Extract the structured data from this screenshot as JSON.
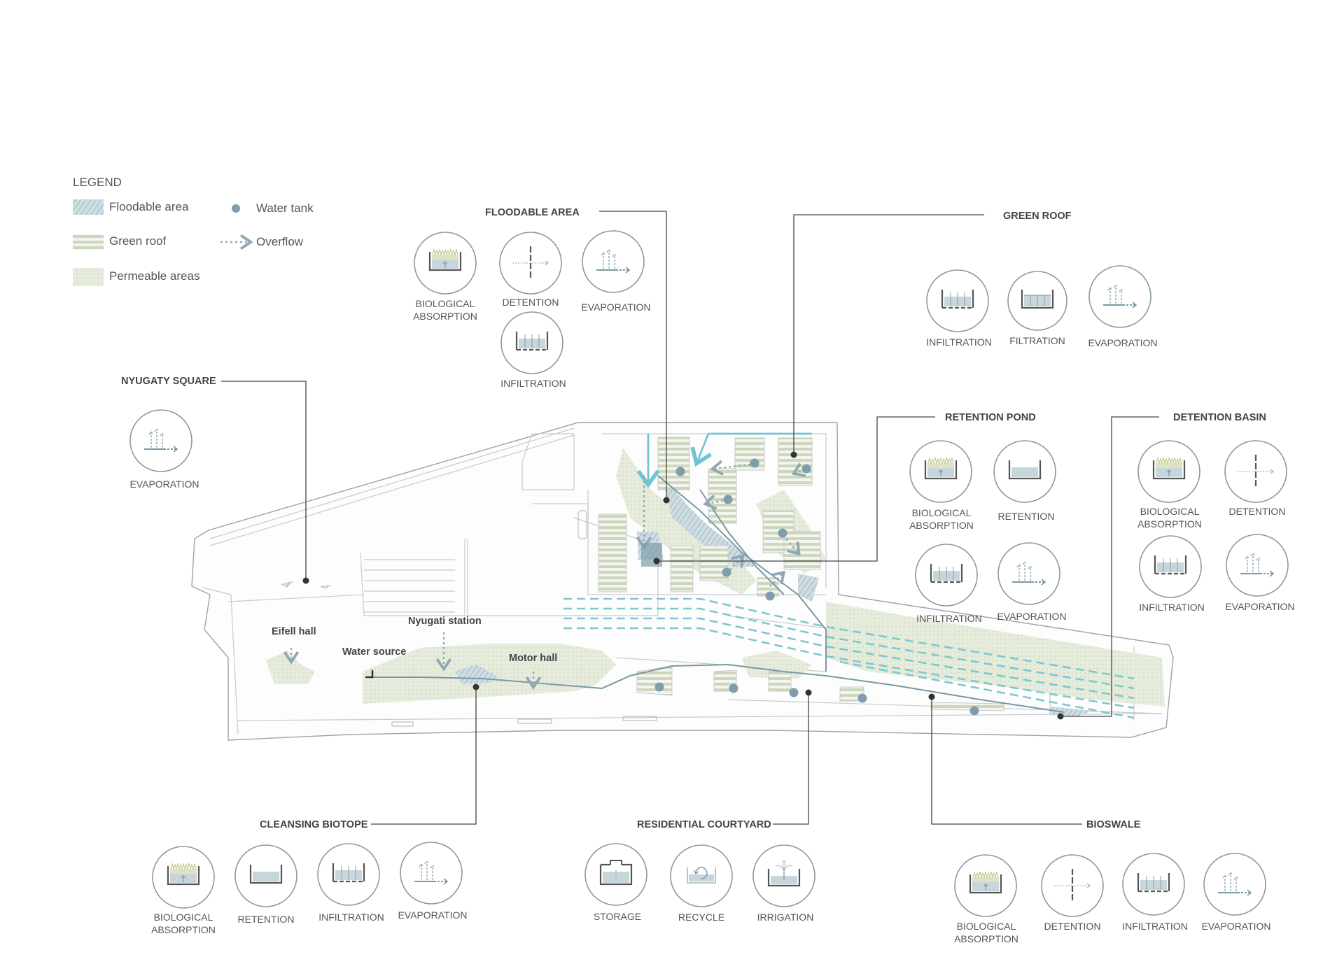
{
  "legend": {
    "title": "LEGEND",
    "items": [
      {
        "label": "Floodable area",
        "icon": "floodable-swatch"
      },
      {
        "label": "Green roof",
        "icon": "green-roof-swatch"
      },
      {
        "label": "Permeable areas",
        "icon": "permeable-swatch"
      },
      {
        "label": "Water tank",
        "icon": "water-tank-dot"
      },
      {
        "label": "Overflow",
        "icon": "overflow-arrow"
      }
    ]
  },
  "sections": {
    "floodable": {
      "title": "FLOODABLE AREA",
      "items": [
        {
          "l1": "BIOLOGICAL",
          "l2": "ABSORPTION"
        },
        {
          "l1": "DETENTION",
          "l2": ""
        },
        {
          "l1": "EVAPORATION",
          "l2": ""
        },
        {
          "l1": "INFILTRATION",
          "l2": ""
        }
      ]
    },
    "green_roof": {
      "title": "GREEN ROOF",
      "items": [
        {
          "l1": "INFILTRATION",
          "l2": ""
        },
        {
          "l1": "FILTRATION",
          "l2": ""
        },
        {
          "l1": "EVAPORATION",
          "l2": ""
        }
      ]
    },
    "nyugaty": {
      "title": "NYUGATY SQUARE",
      "items": [
        {
          "l1": "EVAPORATION",
          "l2": ""
        }
      ]
    },
    "retention_pond": {
      "title": "RETENTION POND",
      "items": [
        {
          "l1": "BIOLOGICAL",
          "l2": "ABSORPTION"
        },
        {
          "l1": "RETENTION",
          "l2": ""
        },
        {
          "l1": "INFILTRATION",
          "l2": ""
        },
        {
          "l1": "EVAPORATION",
          "l2": ""
        }
      ]
    },
    "detention_basin": {
      "title": "DETENTION BASIN",
      "items": [
        {
          "l1": "BIOLOGICAL",
          "l2": "ABSORPTION"
        },
        {
          "l1": "DETENTION",
          "l2": ""
        },
        {
          "l1": "INFILTRATION",
          "l2": ""
        },
        {
          "l1": "EVAPORATION",
          "l2": ""
        }
      ]
    },
    "cleansing": {
      "title": "CLEANSING BIOTOPE",
      "items": [
        {
          "l1": "BIOLOGICAL",
          "l2": "ABSORPTION"
        },
        {
          "l1": "RETENTION",
          "l2": ""
        },
        {
          "l1": "INFILTRATION",
          "l2": ""
        },
        {
          "l1": "EVAPORATION",
          "l2": ""
        }
      ]
    },
    "residential": {
      "title": "RESIDENTIAL COURTYARD",
      "items": [
        {
          "l1": "STORAGE",
          "l2": ""
        },
        {
          "l1": "RECYCLE",
          "l2": ""
        },
        {
          "l1": "IRRIGATION",
          "l2": ""
        }
      ]
    },
    "bioswale": {
      "title": "BIOSWALE",
      "items": [
        {
          "l1": "BIOLOGICAL",
          "l2": "ABSORPTION"
        },
        {
          "l1": "DETENTION",
          "l2": ""
        },
        {
          "l1": "INFILTRATION",
          "l2": ""
        },
        {
          "l1": "EVAPORATION",
          "l2": ""
        }
      ]
    }
  },
  "map_labels": {
    "eifell": "Eifell hall",
    "water_source": "Water source",
    "nyugati_station": "Nyugati station",
    "motor_hall": "Motor hall"
  },
  "colors": {
    "water": "#7f9dab",
    "overflow_cyan": "#6fc6d2",
    "green_roof": "#c9d3b8",
    "permeable": "#dfe6d3"
  }
}
